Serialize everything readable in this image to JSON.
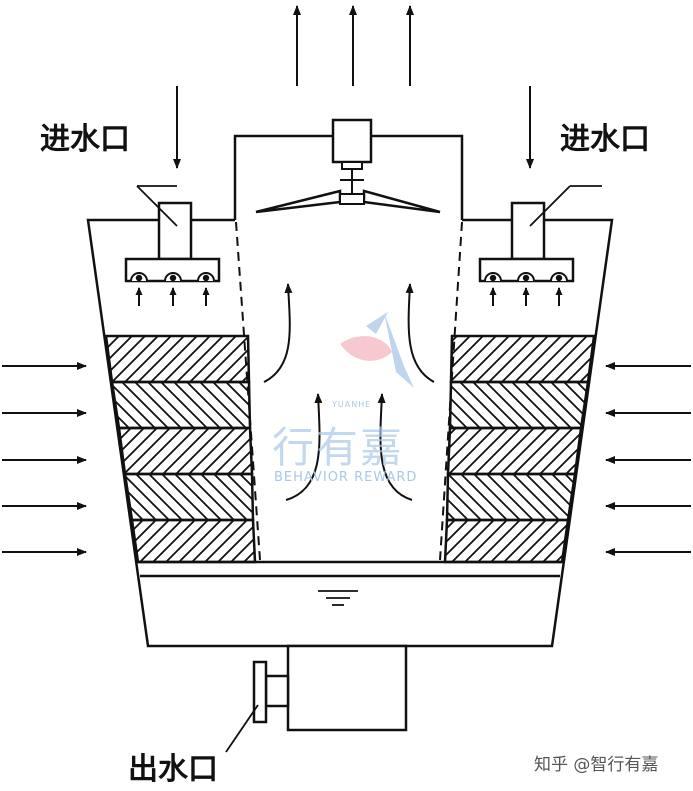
{
  "labels": {
    "inlet_left": "进水口",
    "inlet_right": "进水口",
    "outlet": "出水口"
  },
  "watermark": {
    "brand": "行有嘉",
    "tagline": "BEHAVIOR REWARD",
    "small": "YUANHE"
  },
  "credit": "知乎 @智行有嘉",
  "colors": {
    "line": "#111111",
    "watermark_blue": "#a9c8e8",
    "watermark_red": "#f2b7c0"
  }
}
